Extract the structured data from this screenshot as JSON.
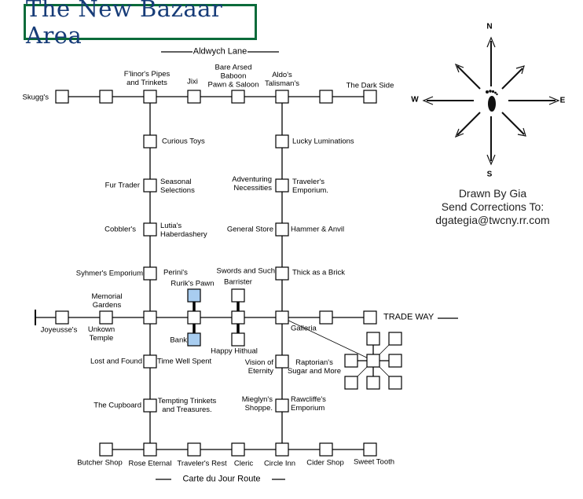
{
  "title": "The New Bazaar Area",
  "roads": {
    "north": "Aldwych Lane",
    "east": "TRADE WAY",
    "south": "Carte du Jour Route"
  },
  "shops": {
    "skuggs": "Skugg's",
    "flinors": [
      "F'linor's Pipes",
      "and Trinkets"
    ],
    "jixi": "Jixi",
    "baboon": [
      "Bare Arsed",
      "Baboon",
      "Pawn & Saloon"
    ],
    "aldos": [
      "Aldo's",
      "Talisman's"
    ],
    "darkside": "The Dark Side",
    "curious": "Curious Toys",
    "lucky": "Lucky Luminations",
    "fur": "Fur Trader",
    "seasonal": [
      "Seasonal",
      "Selections"
    ],
    "adventuring": [
      "Adventuring",
      "Necessities"
    ],
    "travelers_emp": [
      "Traveler's",
      "Emporium."
    ],
    "cobblers": "Cobbler's",
    "lutias": [
      "Lutia's",
      "Haberdashery"
    ],
    "general": "General Store",
    "hammer": "Hammer & Anvil",
    "syhmers": "Syhmer's Emporium",
    "perinis": "Perini's",
    "swords": "Swords and Such",
    "thick": "Thick as a Brick",
    "ruriks": "Rurik's Pawn",
    "barrister": "Barrister",
    "memorial": [
      "Memorial",
      "Gardens"
    ],
    "joyeusse": "Joyeusse's",
    "unkown": [
      "Unkown",
      "Temple"
    ],
    "galleria": "Galleria",
    "bank": "Bank",
    "hithual": "Happy Hithual",
    "lostfound": "Lost and Found",
    "timewell": "Time Well Spent",
    "vision": [
      "Vision of",
      "Eternity"
    ],
    "raptorian": [
      "Raptorian's",
      "Sugar and More"
    ],
    "cupboard": "The Cupboard",
    "tempting": [
      "Tempting Trinkets",
      "and Treasures."
    ],
    "mieglyn": [
      "Mieglyn's",
      "Shoppe."
    ],
    "rawcliffe": [
      "Rawcliffe's",
      "Emporium"
    ],
    "butcher": "Butcher Shop",
    "rose": "Rose Eternal",
    "travrest": "Traveler's Rest",
    "cleric": "Cleric",
    "circle": "Circle Inn",
    "cider": "Cider Shop",
    "sweet": "Sweet Tooth"
  },
  "compass": {
    "n": "N",
    "s": "S",
    "e": "E",
    "w": "W"
  },
  "credits": {
    "drawn": "Drawn By Gia",
    "send": "Send Corrections To:",
    "email": "dgategia@twcny.rr.com"
  },
  "colors": {
    "highlight": "#a8cdf0",
    "title_border": "#0b6b3a",
    "title_text": "#173c78"
  }
}
